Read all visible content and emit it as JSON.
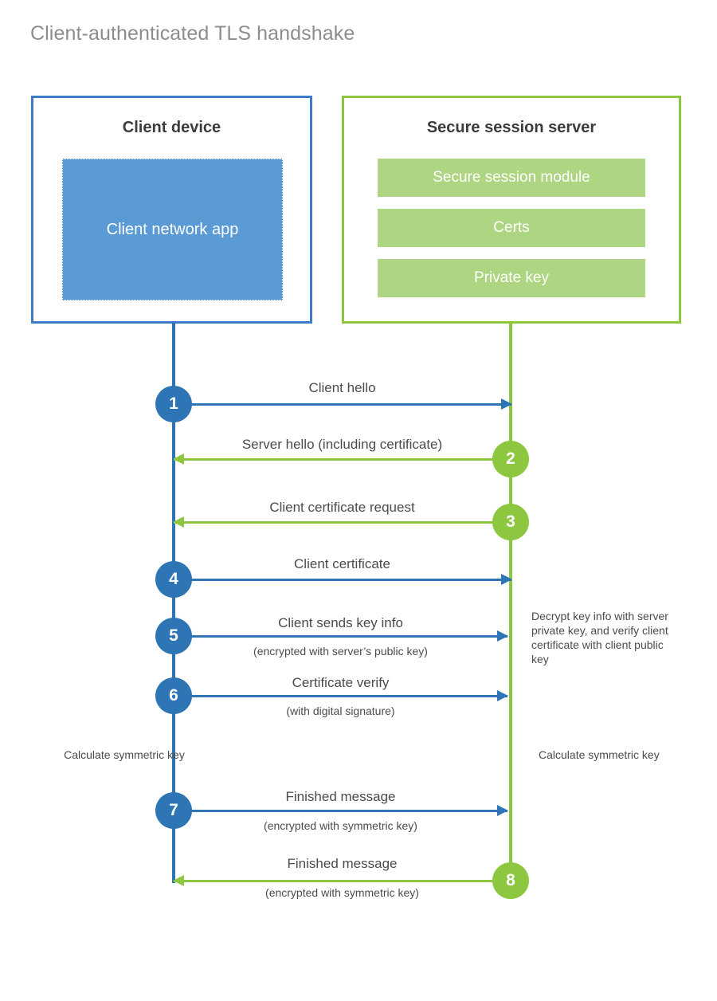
{
  "title": "Client-authenticated TLS handshake",
  "colors": {
    "client_blue": "#2e75b6",
    "client_box_border": "#3d7cc9",
    "client_app_fill": "#5b9bd5",
    "server_green": "#8dc63f",
    "server_block_fill": "#aed581",
    "title_gray": "#8d8d8d",
    "text_gray": "#4b4b4b"
  },
  "participants": {
    "client": {
      "title": "Client device",
      "app_label": "Client network app"
    },
    "server": {
      "title": "Secure session server",
      "blocks": [
        {
          "label": "Secure session module"
        },
        {
          "label": "Certs"
        },
        {
          "label": "Private key"
        }
      ]
    }
  },
  "steps": [
    {
      "number": "1",
      "label": "Client hello",
      "sublabel": "",
      "direction": "client-to-server",
      "origin": "client"
    },
    {
      "number": "2",
      "label": "Server hello (including certificate)",
      "sublabel": "",
      "direction": "server-to-client",
      "origin": "server"
    },
    {
      "number": "3",
      "label": "Client certificate request",
      "sublabel": "",
      "direction": "server-to-client",
      "origin": "server"
    },
    {
      "number": "4",
      "label": "Client certificate",
      "sublabel": "",
      "direction": "client-to-server",
      "origin": "client"
    },
    {
      "number": "5",
      "label": "Client sends key info",
      "sublabel": "(encrypted with server’s public key)",
      "direction": "client-to-server",
      "origin": "client"
    },
    {
      "number": "6",
      "label": "Certificate verify",
      "sublabel": "(with digital signature)",
      "direction": "client-to-server",
      "origin": "client"
    },
    {
      "number": "7",
      "label": "Finished message",
      "sublabel": "(encrypted with symmetric key)",
      "direction": "client-to-server",
      "origin": "client"
    },
    {
      "number": "8",
      "label": "Finished message",
      "sublabel": "(encrypted with symmetric key)",
      "direction": "server-to-client",
      "origin": "server"
    }
  ],
  "notes": {
    "server_decrypt": "Decrypt key info with server private key, and verify client certificate with client public key",
    "client_calculate": "Calculate symmetric key",
    "server_calculate": "Calculate symmetric key"
  },
  "chart_data": {
    "type": "diagram",
    "diagram_kind": "sequence-diagram",
    "title": "Client-authenticated TLS handshake",
    "actors": [
      "Client device",
      "Secure session server"
    ],
    "messages": [
      {
        "n": 1,
        "from": "Client device",
        "to": "Secure session server",
        "text": "Client hello"
      },
      {
        "n": 2,
        "from": "Secure session server",
        "to": "Client device",
        "text": "Server hello (including certificate)"
      },
      {
        "n": 3,
        "from": "Secure session server",
        "to": "Client device",
        "text": "Client certificate request"
      },
      {
        "n": 4,
        "from": "Client device",
        "to": "Secure session server",
        "text": "Client certificate"
      },
      {
        "n": 5,
        "from": "Client device",
        "to": "Secure session server",
        "text": "Client sends key info",
        "note": "(encrypted with server’s public key)"
      },
      {
        "n": 6,
        "from": "Client device",
        "to": "Secure session server",
        "text": "Certificate verify",
        "note": "(with digital signature)"
      },
      {
        "n": 7,
        "from": "Client device",
        "to": "Secure session server",
        "text": "Finished message",
        "note": "(encrypted with symmetric key)"
      },
      {
        "n": 8,
        "from": "Secure session server",
        "to": "Client device",
        "text": "Finished message",
        "note": "(encrypted with symmetric key)"
      }
    ]
  }
}
